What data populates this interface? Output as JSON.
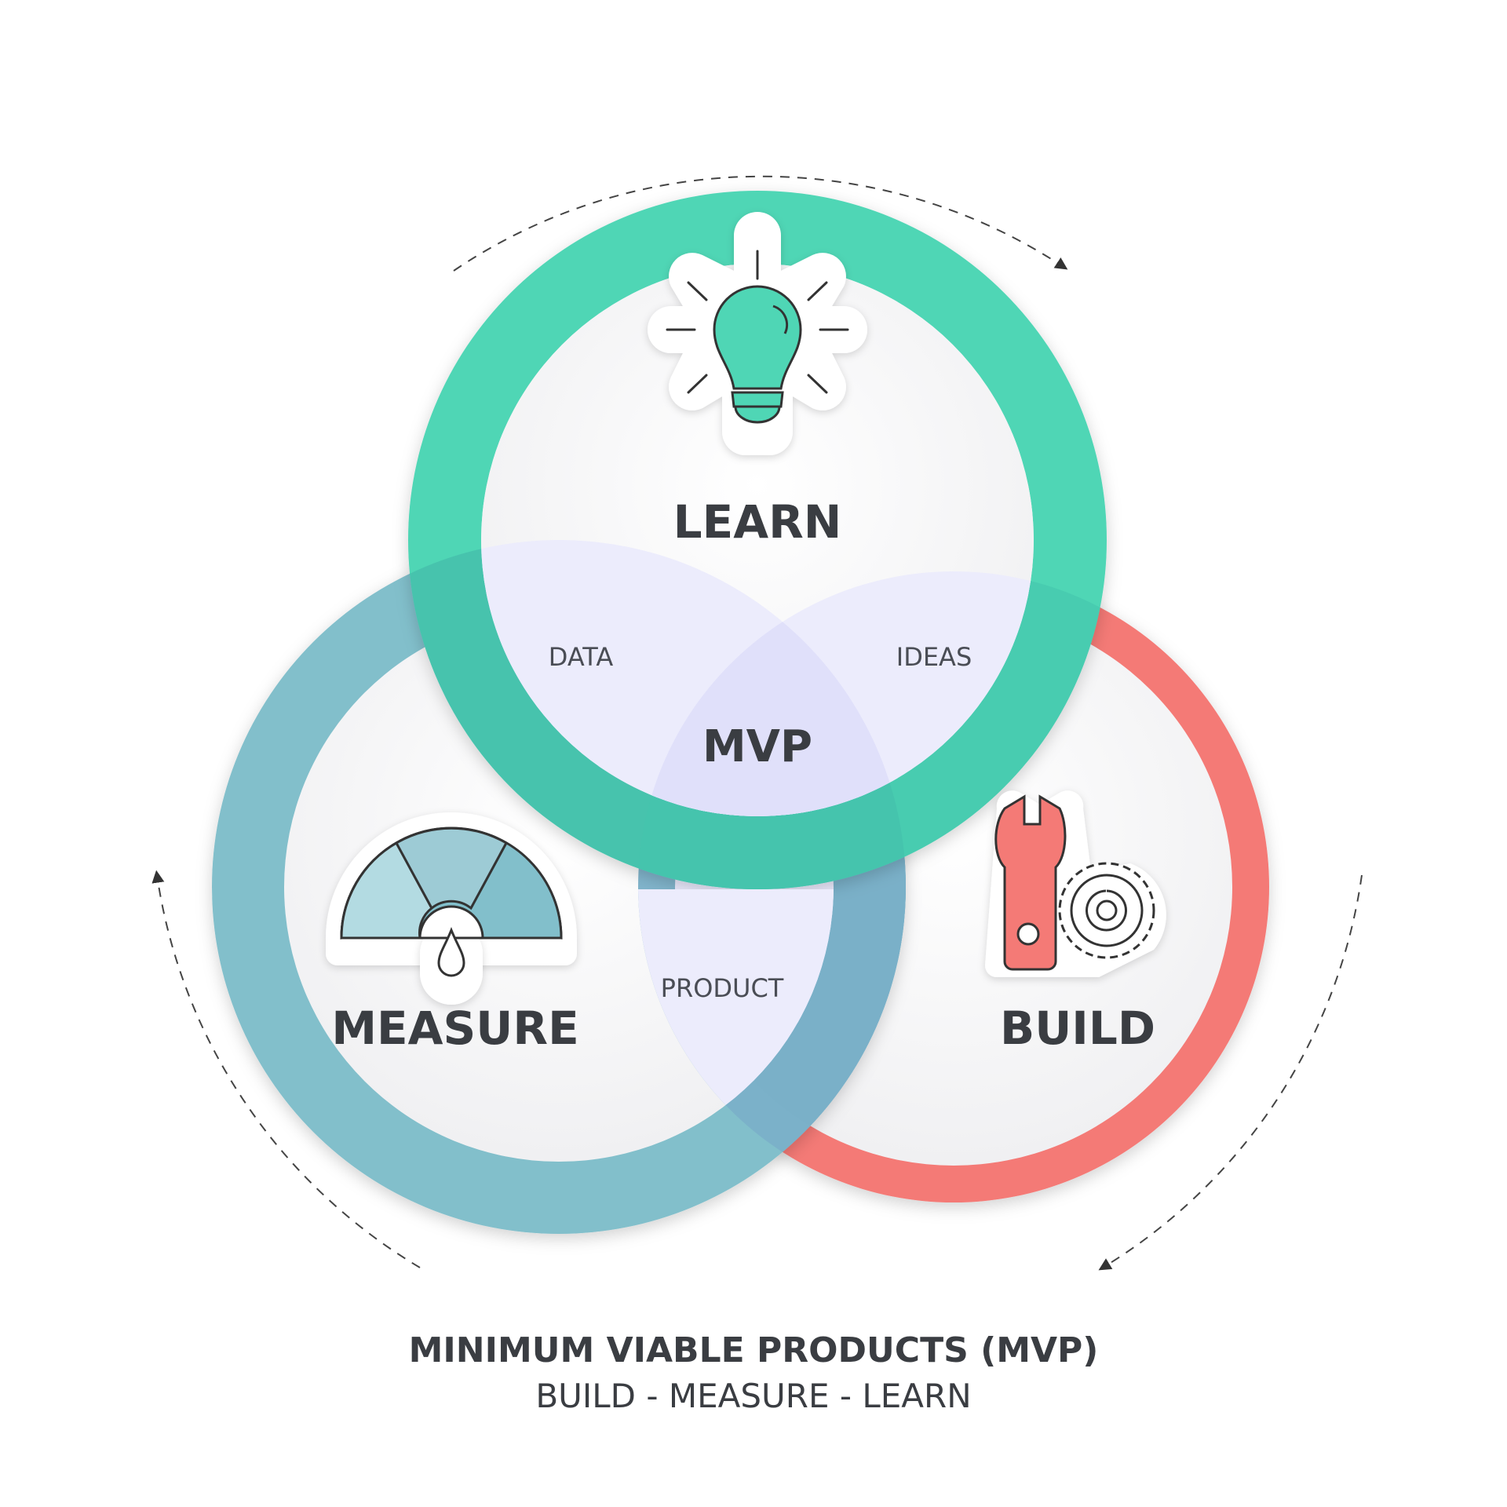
{
  "diagram": {
    "title": "MINIMUM VIABLE PRODUCTS (MVP)",
    "subtitle": "BUILD - MEASURE - LEARN",
    "center_label": "MVP",
    "circles": {
      "learn": {
        "label": "LEARN",
        "color": "#4fd6b5",
        "icon": "lightbulb-icon"
      },
      "measure": {
        "label": "MEASURE",
        "color": "#82bfcb",
        "icon": "gauge-icon"
      },
      "build": {
        "label": "BUILD",
        "color": "#f47a76",
        "icon": "wrench-gear-icon"
      }
    },
    "overlaps": {
      "learn_measure": "DATA",
      "learn_build": "IDEAS",
      "measure_build": "PRODUCT"
    },
    "cycle_arrows": "dashed-clockwise-arrows",
    "overlap_color": "#e9e9fc"
  }
}
